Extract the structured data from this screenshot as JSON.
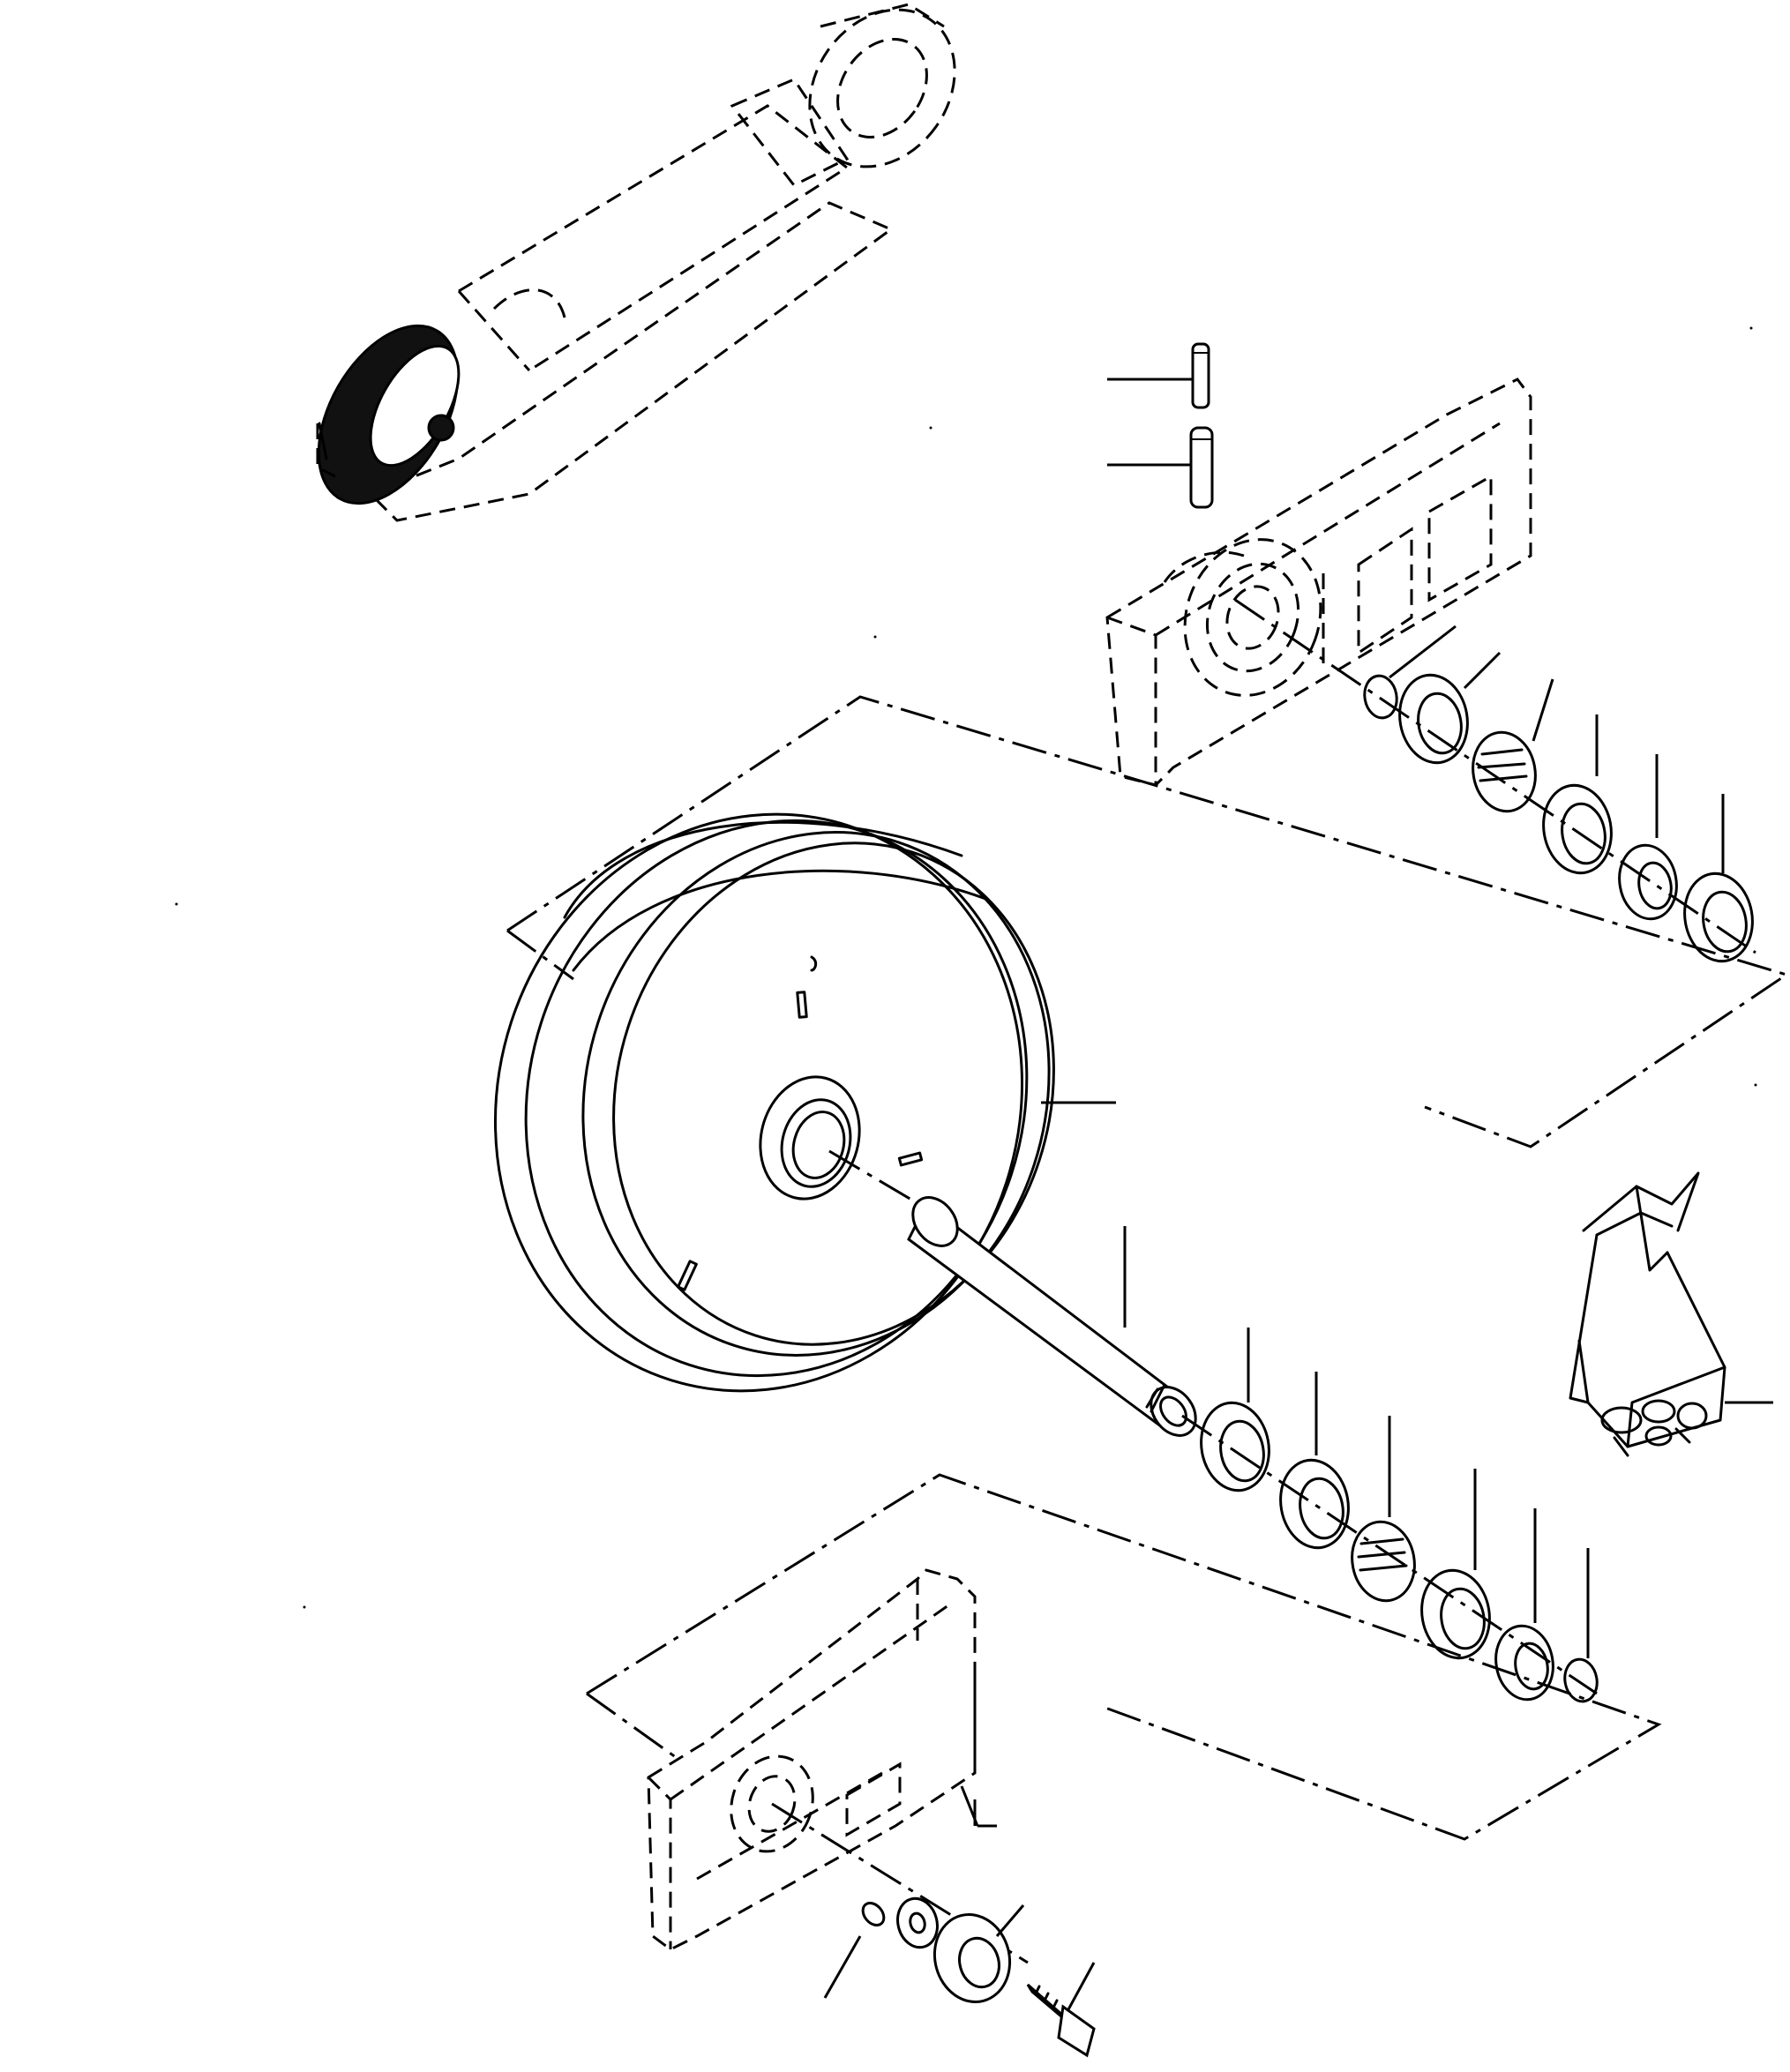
{
  "figure": {
    "type": "exploded-parts-diagram",
    "components": [
      "track-frame-overview",
      "idler-wheel",
      "idler-shaft",
      "upper-bearing-bracket",
      "lower-bearing-bracket",
      "spring-pin-upper",
      "spring-pin-lower",
      "upper-seal-stack",
      "lower-seal-stack",
      "parts-bag",
      "washer",
      "flange-collar",
      "bolt",
      "small-pin"
    ],
    "callout_labels": []
  }
}
